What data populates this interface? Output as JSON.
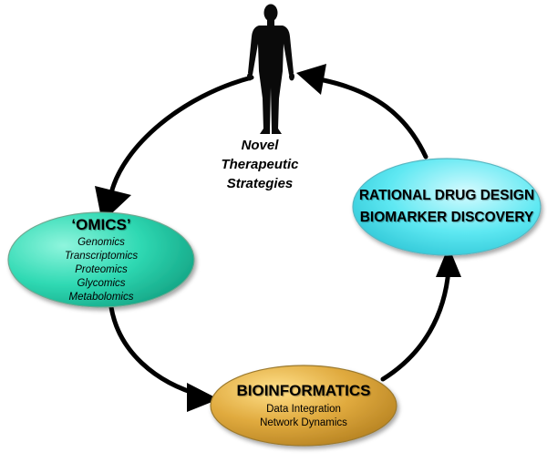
{
  "nodes": {
    "omics": {
      "title": "‘OMICS’",
      "items": [
        "Genomics",
        "Transcriptomics",
        "Proteomics",
        "Glycomics",
        "Metabolomics"
      ]
    },
    "bioinformatics": {
      "title": "BIOINFORMATICS",
      "items": [
        "Data Integration",
        "Network Dynamics"
      ]
    },
    "drug_design": {
      "lines": [
        "RATIONAL DRUG DESIGN",
        "BIOMARKER DISCOVERY"
      ]
    },
    "novel": {
      "lines": [
        "Novel",
        "Therapeutic",
        "Strategies"
      ]
    }
  },
  "colors": {
    "omics_fill": "#2fd9b3",
    "bioinformatics_fill": "#e0aa3e",
    "drug_design_fill": "#5ee8f2",
    "arrow": "#000000"
  },
  "icons": {
    "human": "human-figure-icon"
  }
}
